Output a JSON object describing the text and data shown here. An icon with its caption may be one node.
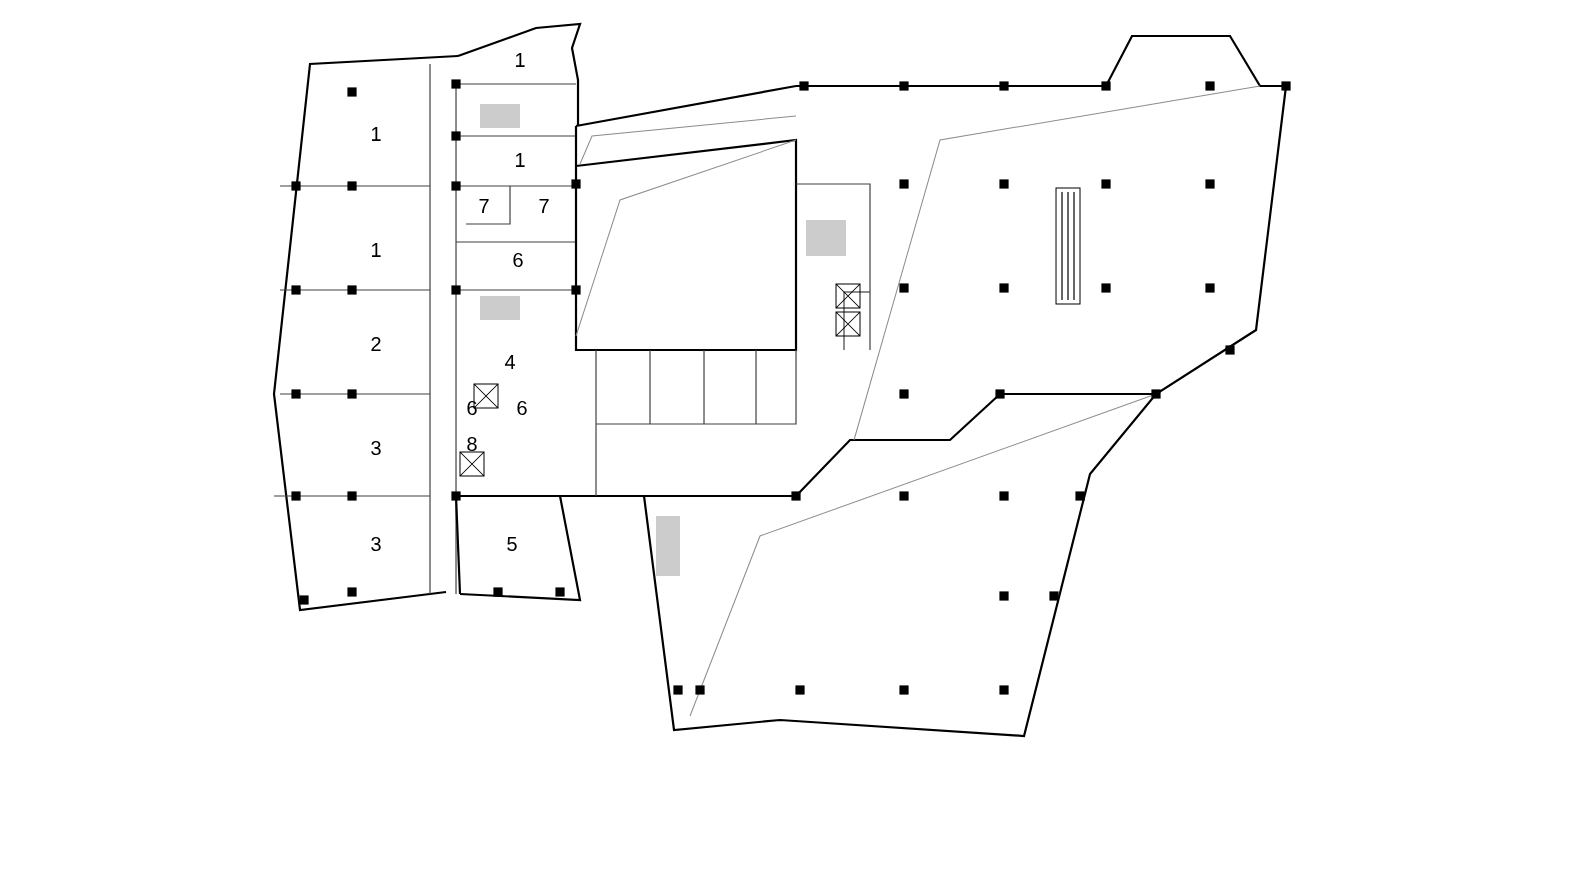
{
  "diagram": {
    "labels": [
      "1",
      "1",
      "1",
      "7",
      "7",
      "1",
      "6",
      "2",
      "4",
      "6",
      "6",
      "3",
      "8",
      "3",
      "5"
    ]
  }
}
